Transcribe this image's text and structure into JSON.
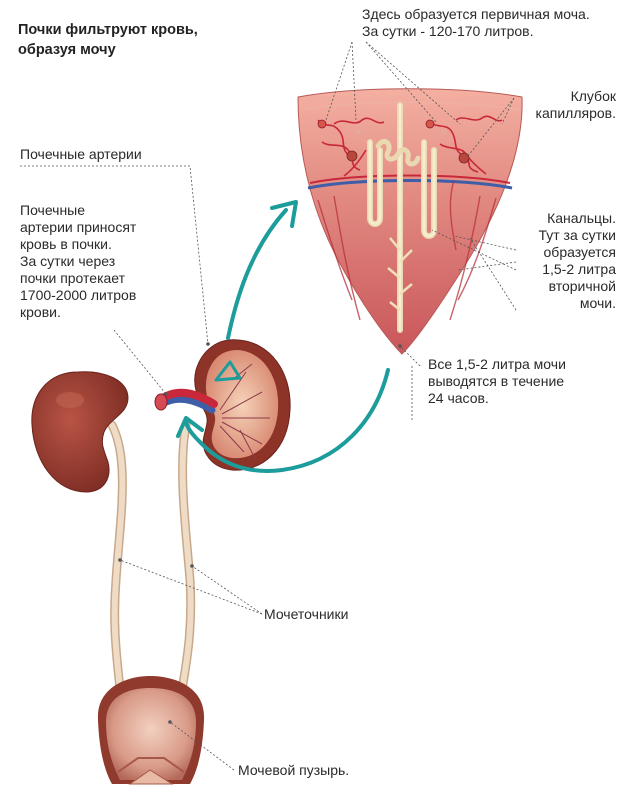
{
  "title": {
    "line1": "Почки фильтруют кровь,",
    "line2": "образуя мочу"
  },
  "labels": {
    "primary_urine": {
      "line1": "Здесь образуется первичная моча.",
      "line2": "За сутки - 120-170 литров."
    },
    "capillary_glomerulus": {
      "line1": "Клубок",
      "line2": "капилляров."
    },
    "renal_arteries": "Почечные артерии",
    "arteries_bring_blood": {
      "line1": "Почечные",
      "line2": "артерии приносят",
      "line3": "кровь в почки.",
      "line4": "За сутки через",
      "line5": "почки протекает",
      "line6": "1700-2000 литров",
      "line7": "крови."
    },
    "tubules": {
      "line1": "Канальцы.",
      "line2": "Тут за сутки",
      "line3": "образуется",
      "line4": "1,5-2 литра",
      "line5": "вторичной",
      "line6": "мочи."
    },
    "all_urine_excreted": {
      "line1": "Все 1,5-2 литра мочи",
      "line2": "выводятся в течение",
      "line3": "24 часов."
    },
    "ureters": "Мочеточники",
    "bladder": "Мочевой пузырь."
  },
  "colors": {
    "kidney": "#9a3a2e",
    "tissue": "#d98585",
    "cortex": "#f3b1a0",
    "ureter": "#e6cdb4",
    "artery": "#c8283a",
    "vein": "#3e5fa8",
    "arrow": "#1c9c9a",
    "leader": "#555555"
  }
}
